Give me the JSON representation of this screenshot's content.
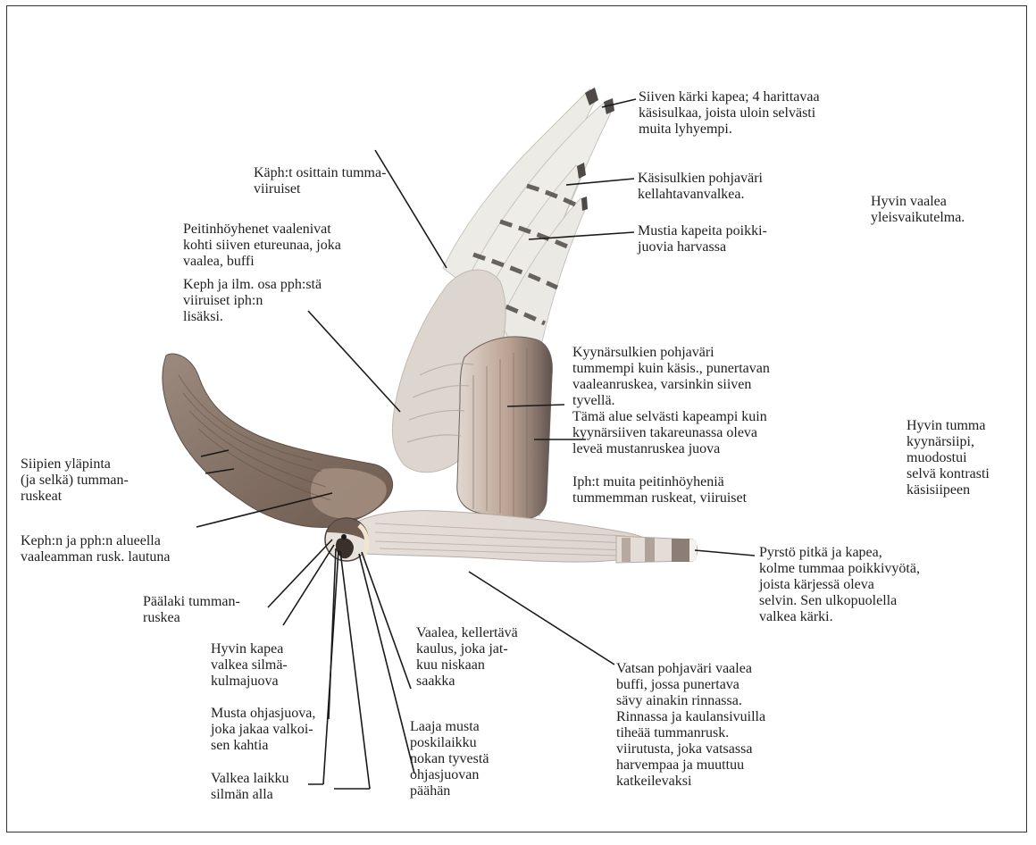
{
  "labels": {
    "wing_tip": "Siiven kärki kapea; 4 harittavaa\nkäsisulkaa, joista uloin selvästi\nmuita lyhyempi.",
    "primary_base_color": "Käsisulkien pohjaväri\nkellahtavanvalkea.",
    "overall_impression": "Hyvin vaalea\nyleisvaikutelma.",
    "narrow_bars": "Mustia kapeita poikki-\njuovia harvassa",
    "primary_coverts": "Käph:t osittain tumma-\nviiruiset",
    "coverts_lighten": "Peitinhöyhenet vaalenivat\nkohti siiven etureunaa, joka\nvaalea, buffi",
    "greater_coverts": "Keph ja ilm. osa pph:stä\nviiruiset iph:n\nlisäksi.",
    "secondary_base_color": "Kyynärsulkien pohjaväri\ntummempi kuin käsis., punertavan\nvaaleanruskea, varsinkin siiven\ntyvellä.",
    "dark_secondaries": "Hyvin tumma\nkyynärsiipi,\nmuodostui\nselvä kontrasti\nkäsisiipeen",
    "narrow_area": "Tämä alue selvästi kapeampi kuin\nkyynärsiiven takareunassa oleva\nleveä mustanruskea juova",
    "lesser_coverts": "Iph:t muita peitinhöyheniä\ntummemman ruskeat, viiruiset",
    "upperparts": "Siipien yläpinta\n(ja selkä) tumman-\nruskeat",
    "covert_panel": "Keph:n ja pph:n alueella\nvaaleamman rusk. lautuna",
    "tail": "Pyrstö pitkä ja kapea,\nkolme tummaa poikkivyötä,\njoista kärjessä oleva\nselvin. Sen ulkopuolella\nvalkea kärki.",
    "crown": "Päälaki tumman-\nruskea",
    "supercilium": "Hyvin kapea\nvalkea silmä-\nkulmajuova",
    "collar": "Vaalea, kellertävä\nkaulus, joka jat-\nkuu niskaan\nsaakka",
    "belly": "Vatsan pohjaväri vaalea\nbuffi, jossa punertava\nsävy ainakin rinnassa.\nRinnassa ja kaulansivuilla\ntiheää tummanrusk.\nviirutusta, joka vatsassa\nharvempaa ja muuttuu\nkatkeilevaksi",
    "loral_stripe": "Musta ohjasjuova,\njoka jakaa valkoi-\nsen kahtia",
    "cheek_patch": "Laaja musta\nposkilaikku\nnokan tyvestä\nohjasjuovan\npäähän",
    "eye_patch": "Valkea laikku\nsilmän alla"
  },
  "colors": {
    "line": "#1a1a1a",
    "upperwing_brown": "#8a7566",
    "panel_brown": "#a08877",
    "secondary_rufous": "#b89a8c",
    "secondary_dark": "#5a4e4a",
    "primary_pale": "#ecebe6",
    "bar_dark": "#4f4a47",
    "coverts_pale": "#dcd6cf",
    "underparts": "#e3dcd6",
    "streak": "#b8a59a"
  }
}
